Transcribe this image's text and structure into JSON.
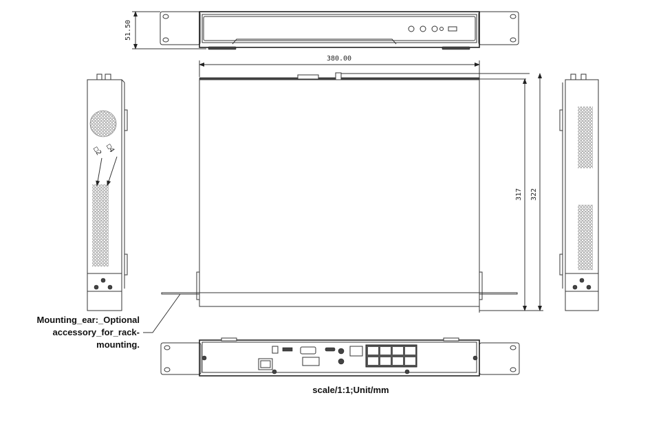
{
  "dimensions": {
    "height": "51.50",
    "width": "380.00",
    "depth_inner": "317",
    "depth_outer": "322"
  },
  "side_markers": {
    "marker_a": "□2",
    "marker_b": "□4"
  },
  "annotation": {
    "line1": "Mounting_ear:_Optional",
    "line2": "accessory_for_rack-",
    "line3": "mounting."
  },
  "scale_note": "scale/1:1;Unit/mm"
}
